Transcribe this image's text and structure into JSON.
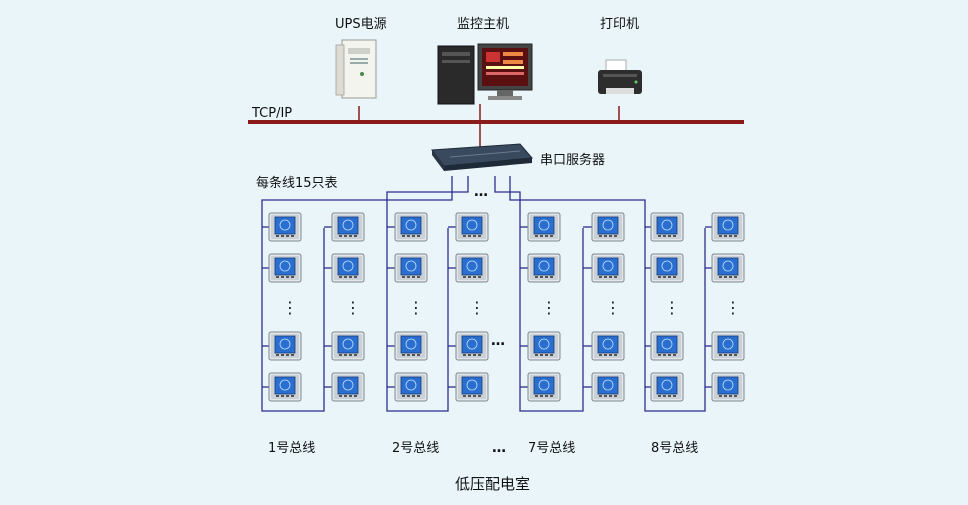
{
  "devices": {
    "ups": {
      "label": "UPS电源",
      "icon": "ups-cabinet-icon"
    },
    "host": {
      "label": "监控主机",
      "icon": "monitoring-computer-icon"
    },
    "printer": {
      "label": "打印机",
      "icon": "printer-icon"
    },
    "serial_server": {
      "label": "串口服务器",
      "icon": "serial-server-icon"
    }
  },
  "network": {
    "label": "TCP/IP",
    "color": "#8b1a1a"
  },
  "bus_note": "每条线15只表",
  "ellipsis": "…",
  "vertical_ellipsis": "⋮",
  "buses": [
    {
      "label": "1号总线"
    },
    {
      "label": "2号总线"
    },
    {
      "label": "7号总线"
    },
    {
      "label": "8号总线"
    }
  ],
  "room_label": "低压配电室",
  "colors": {
    "bus_line": "#2b2f8f",
    "meter_screen": "#2a6fd0",
    "meter_body": "#dfe4e8"
  }
}
